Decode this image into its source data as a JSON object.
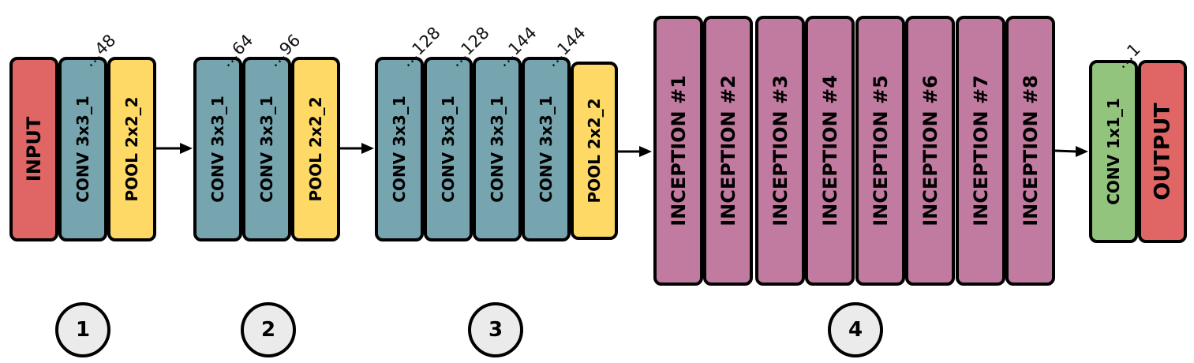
{
  "colors": {
    "input": "#e06666",
    "conv": "#76a5af",
    "pool": "#ffd966",
    "inception": "#c27ba0",
    "conv1x1": "#93c47d",
    "output": "#e06666",
    "circle": "#ebebeb"
  },
  "stages": [
    {
      "number": "1",
      "blocks": [
        {
          "label": "INPUT",
          "kind": "input",
          "channels": ""
        },
        {
          "label": "CONV 3x3_1",
          "kind": "conv",
          "channels": "…48"
        },
        {
          "label": "POOL 2x2_2",
          "kind": "pool",
          "channels": ""
        }
      ]
    },
    {
      "number": "2",
      "blocks": [
        {
          "label": "CONV 3x3_1",
          "kind": "conv",
          "channels": "…64"
        },
        {
          "label": "CONV 3x3_1",
          "kind": "conv",
          "channels": "…96"
        },
        {
          "label": "POOL 2x2_2",
          "kind": "pool",
          "channels": ""
        }
      ]
    },
    {
      "number": "3",
      "blocks": [
        {
          "label": "CONV 3x3_1",
          "kind": "conv",
          "channels": "…128"
        },
        {
          "label": "CONV 3x3_1",
          "kind": "conv",
          "channels": "…128"
        },
        {
          "label": "CONV 3x3_1",
          "kind": "conv",
          "channels": "…144"
        },
        {
          "label": "CONV 3x3_1",
          "kind": "conv",
          "channels": "…144"
        },
        {
          "label": "POOL 2x2_2",
          "kind": "pool",
          "channels": ""
        }
      ]
    },
    {
      "number": "4",
      "blocks": [
        {
          "label": "INCEPTION #1",
          "kind": "inception",
          "channels": ""
        },
        {
          "label": "INCEPTION #2",
          "kind": "inception",
          "channels": ""
        },
        {
          "label": "INCEPTION #3",
          "kind": "inception",
          "channels": ""
        },
        {
          "label": "INCEPTION #4",
          "kind": "inception",
          "channels": ""
        },
        {
          "label": "INCEPTION #5",
          "kind": "inception",
          "channels": ""
        },
        {
          "label": "INCEPTION #6",
          "kind": "inception",
          "channels": ""
        },
        {
          "label": "INCEPTION #7",
          "kind": "inception",
          "channels": ""
        },
        {
          "label": "INCEPTION #8",
          "kind": "inception",
          "channels": ""
        }
      ]
    },
    {
      "number": "",
      "blocks": [
        {
          "label": "CONV 1x1_1",
          "kind": "conv1x1",
          "channels": "…1"
        },
        {
          "label": "OUTPUT",
          "kind": "output",
          "channels": ""
        }
      ]
    }
  ]
}
